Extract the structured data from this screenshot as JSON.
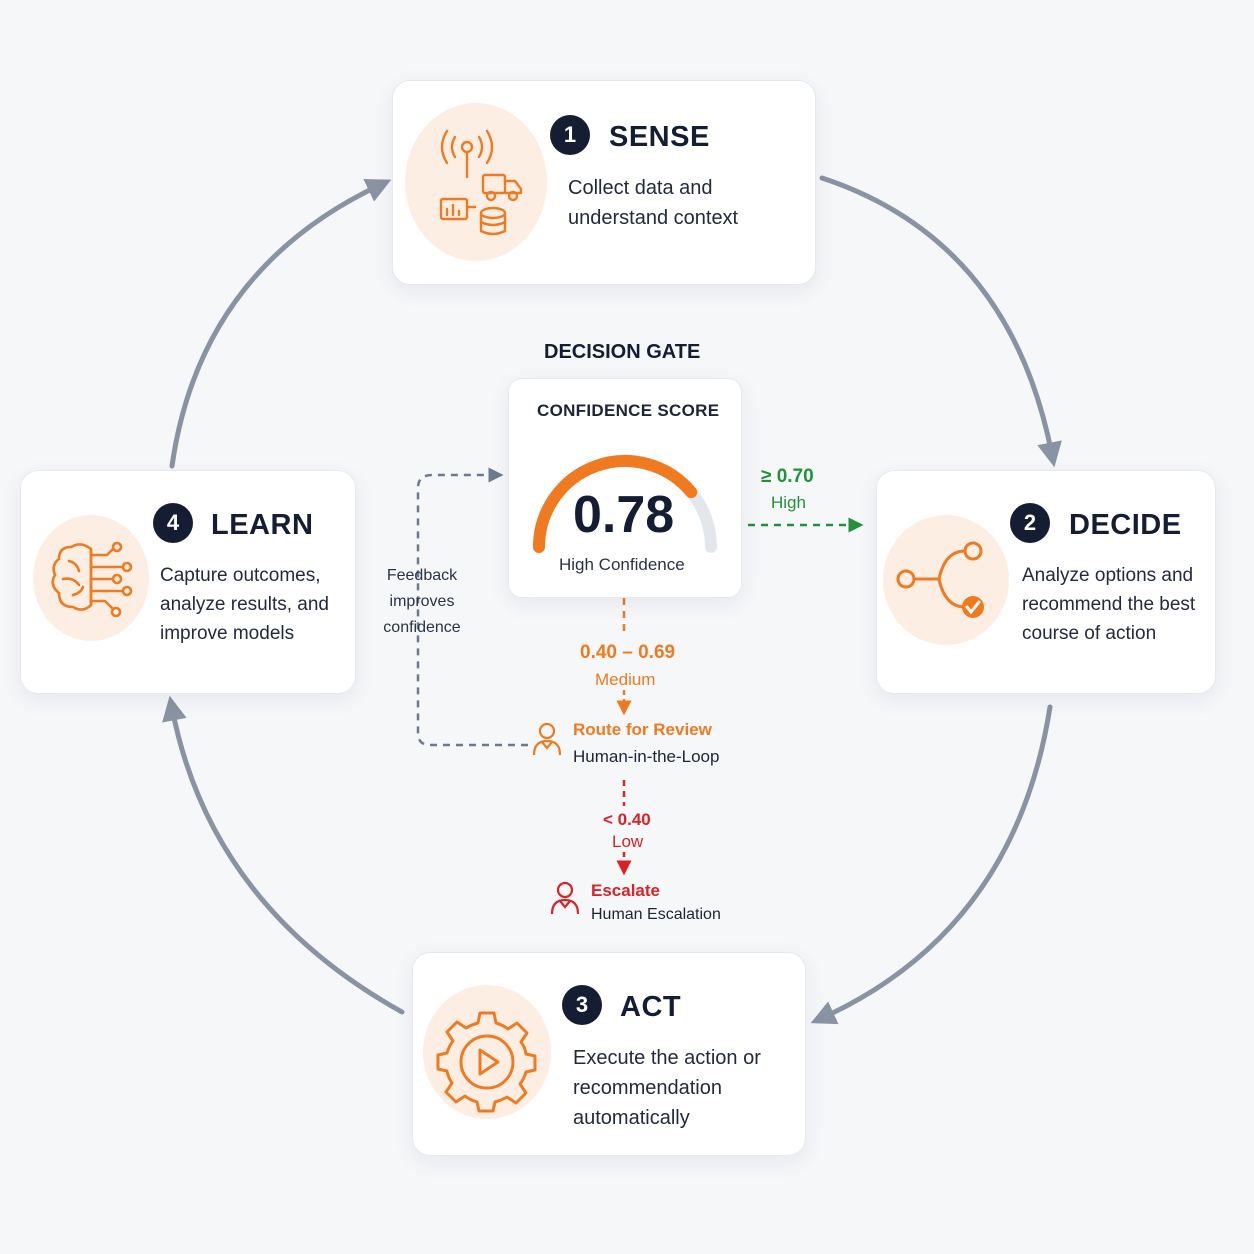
{
  "steps": {
    "sense": {
      "number": "1",
      "title": "SENSE",
      "description": "Collect data and understand context",
      "icon": "sensor-truck-database-icon"
    },
    "decide": {
      "number": "2",
      "title": "DECIDE",
      "description": "Analyze options and recommend the best course of action",
      "icon": "branch-check-icon"
    },
    "act": {
      "number": "3",
      "title": "ACT",
      "description": "Execute the action or recommendation automatically",
      "icon": "gear-play-icon"
    },
    "learn": {
      "number": "4",
      "title": "LEARN",
      "description": "Capture outcomes, analyze results, and improve models",
      "icon": "brain-circuit-icon"
    }
  },
  "decision_gate": {
    "title": "DECISION GATE",
    "score_label": "CONFIDENCE SCORE",
    "score_value": "0.78",
    "score_fraction": 0.78,
    "score_caption": "High Confidence"
  },
  "thresholds": {
    "high": {
      "range": "≥ 0.70",
      "label": "High"
    },
    "medium": {
      "range": "0.40 – 0.69",
      "label": "Medium",
      "action": "Route for Review",
      "action_sub": "Human-in-the-Loop"
    },
    "low": {
      "range": "< 0.40",
      "label": "Low",
      "action": "Escalate",
      "action_sub": "Human Escalation"
    }
  },
  "feedback": {
    "text": "Feedback improves confidence"
  },
  "colors": {
    "accent": "#f07a1f",
    "navy": "#151d33",
    "high": "#22913a",
    "medium": "#f07a1f",
    "low": "#d8232a",
    "cycle_arrow": "#8a93a3"
  }
}
